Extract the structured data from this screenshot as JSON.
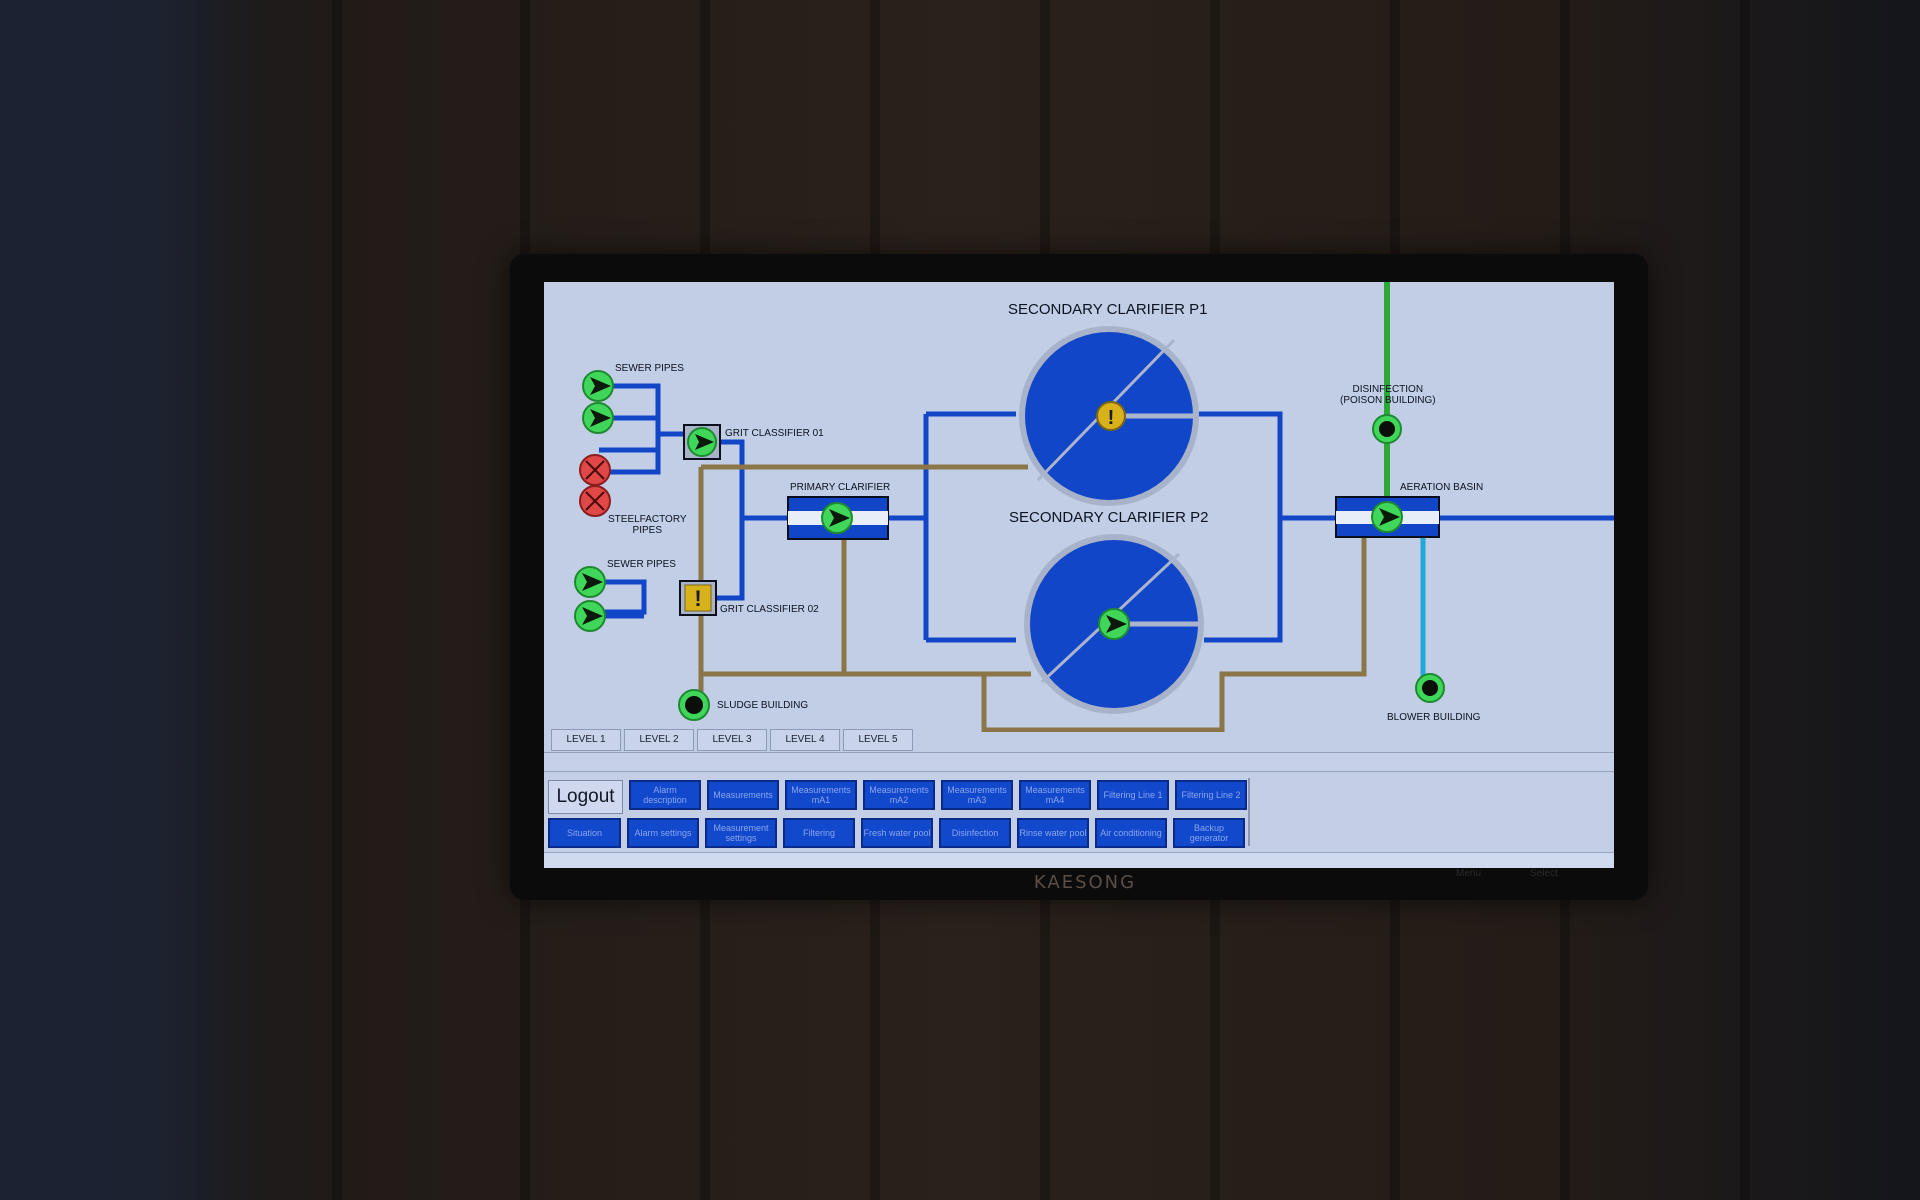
{
  "brand": "KAESONG",
  "bezel": {
    "menu": "Menu",
    "select": "Select"
  },
  "diagram": {
    "labels": {
      "secondary_p1": "SECONDARY CLARIFIER P1",
      "secondary_p2": "SECONDARY CLARIFIER P2",
      "sewer_pipes_top": "SEWER PIPES",
      "sewer_pipes_bottom": "SEWER PIPES",
      "steelfactory_pipes": "STEELFACTORY\nPIPES",
      "grit_classifier_01": "GRIT CLASSIFIER 01",
      "grit_classifier_02": "GRIT CLASSIFIER 02",
      "primary_clarifier": "PRIMARY CLARIFIER",
      "sludge_building": "SLUDGE BUILDING",
      "disinfection": "DISINFECTION\n(POISON BUILDING)",
      "aeration_basin": "AERATION BASIN",
      "blower_building": "BLOWER BUILDING"
    },
    "status_colors": {
      "running": "#3fd65a",
      "alarm": "#e04848",
      "warning": "#d8b21a",
      "water_pipe": "#1246c8",
      "sludge_pipe": "#8a7648",
      "air_pipe": "#22a8d8"
    }
  },
  "level_tabs": [
    "LEVEL 1",
    "LEVEL 2",
    "LEVEL 3",
    "LEVEL 4",
    "LEVEL 5"
  ],
  "menu": {
    "logout": "Logout",
    "row1": [
      "Alarm description",
      "Measurements",
      "Measurements mA1",
      "Measurements mA2",
      "Measurements mA3",
      "Measurements mA4",
      "Filtering Line 1",
      "Filtering Line 2"
    ],
    "row2": [
      "Situation",
      "Alarm settings",
      "Measurement settings",
      "Filtering",
      "Fresh water pool",
      "Disinfection",
      "Rinse water pool",
      "Air conditioning",
      "Backup generator"
    ]
  }
}
